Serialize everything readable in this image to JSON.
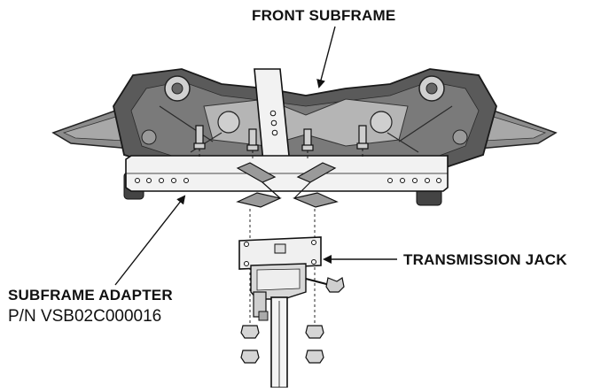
{
  "labels": {
    "front_subframe": "FRONT SUBFRAME",
    "transmission_jack": "TRANSMISSION JACK",
    "subframe_adapter": "SUBFRAME ADAPTER",
    "part_number": "P/N VSB02C000016"
  },
  "colors": {
    "line": "#111111",
    "subframe_dark": "#4a4a4a",
    "subframe_mid": "#8c8c8c",
    "subframe_light": "#c8c8c8",
    "adapter_fill": "#f2f2f2",
    "slot_fill": "#9a9a9a"
  }
}
